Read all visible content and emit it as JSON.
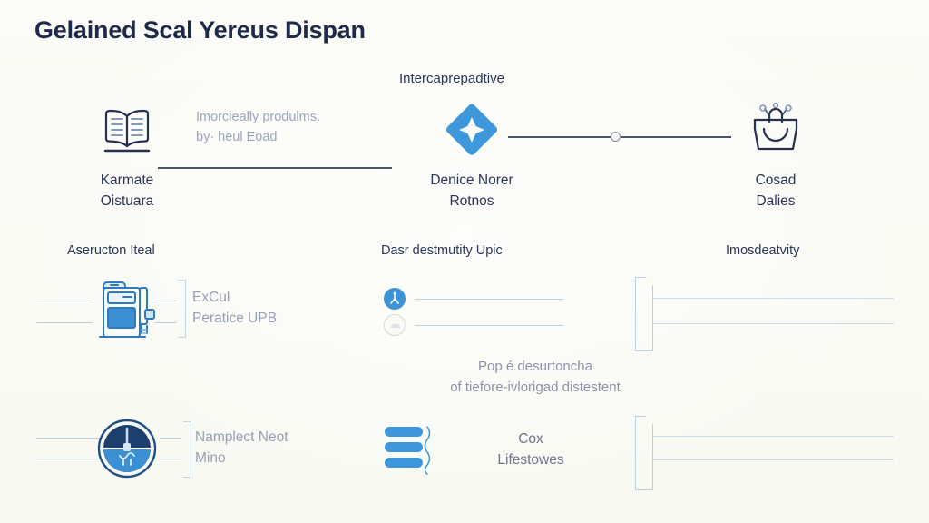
{
  "page": {
    "title": "Gelained Scal Yereus Dispan",
    "background_color": "#fbfbf6",
    "accent_blue": "#3d97da",
    "ink_navy": "#2a3558",
    "rule_blue": "#bcd0e4",
    "muted_text": "#96a0b4"
  },
  "flow": {
    "annotation": {
      "line1": "Imorcieally produlms.",
      "line2": "by· heul Eoad"
    },
    "process_overlabel": "Intercaprepadtive",
    "nodes": [
      {
        "icon": "open-book-icon",
        "label_line1": "Karmate",
        "label_line2": "Oistuara"
      },
      {
        "icon": "blue-diamond-star-icon",
        "label_line1": "Denice Norer",
        "label_line2": "Rotnos"
      },
      {
        "icon": "basket-icon",
        "label_line1": "Cosad",
        "label_line2": "Dalies"
      }
    ]
  },
  "sections": [
    {
      "header": "Aseructon Iteal"
    },
    {
      "header": "Dasr destmutity Upic"
    },
    {
      "header": "Imosdeatvity"
    }
  ],
  "column_left": {
    "row_top": {
      "icon": "kiosk-machine-icon",
      "label_line1": "ExCul",
      "label_line2": "Peratice UPB"
    },
    "row_bottom": {
      "icon": "globe-gauge-icon",
      "label_line1": "Namplect Neot",
      "label_line2": "Mino"
    }
  },
  "column_middle": {
    "avatars": [
      {
        "name": "avatar-filled",
        "style": "filled"
      },
      {
        "name": "avatar-outline",
        "style": "outline"
      }
    ],
    "caption": {
      "line1": "Pop é desurtoncha",
      "line2": "of tiefore-ivlorigad distestent"
    },
    "row_bottom": {
      "icon": "stacked-bars-icon",
      "label_line1": "Cox",
      "label_line2": "Lifestowes"
    }
  },
  "column_right": {
    "row_top": {
      "icon": "page-document-icon"
    },
    "row_bottom": {
      "icon": "page-document-icon"
    }
  }
}
